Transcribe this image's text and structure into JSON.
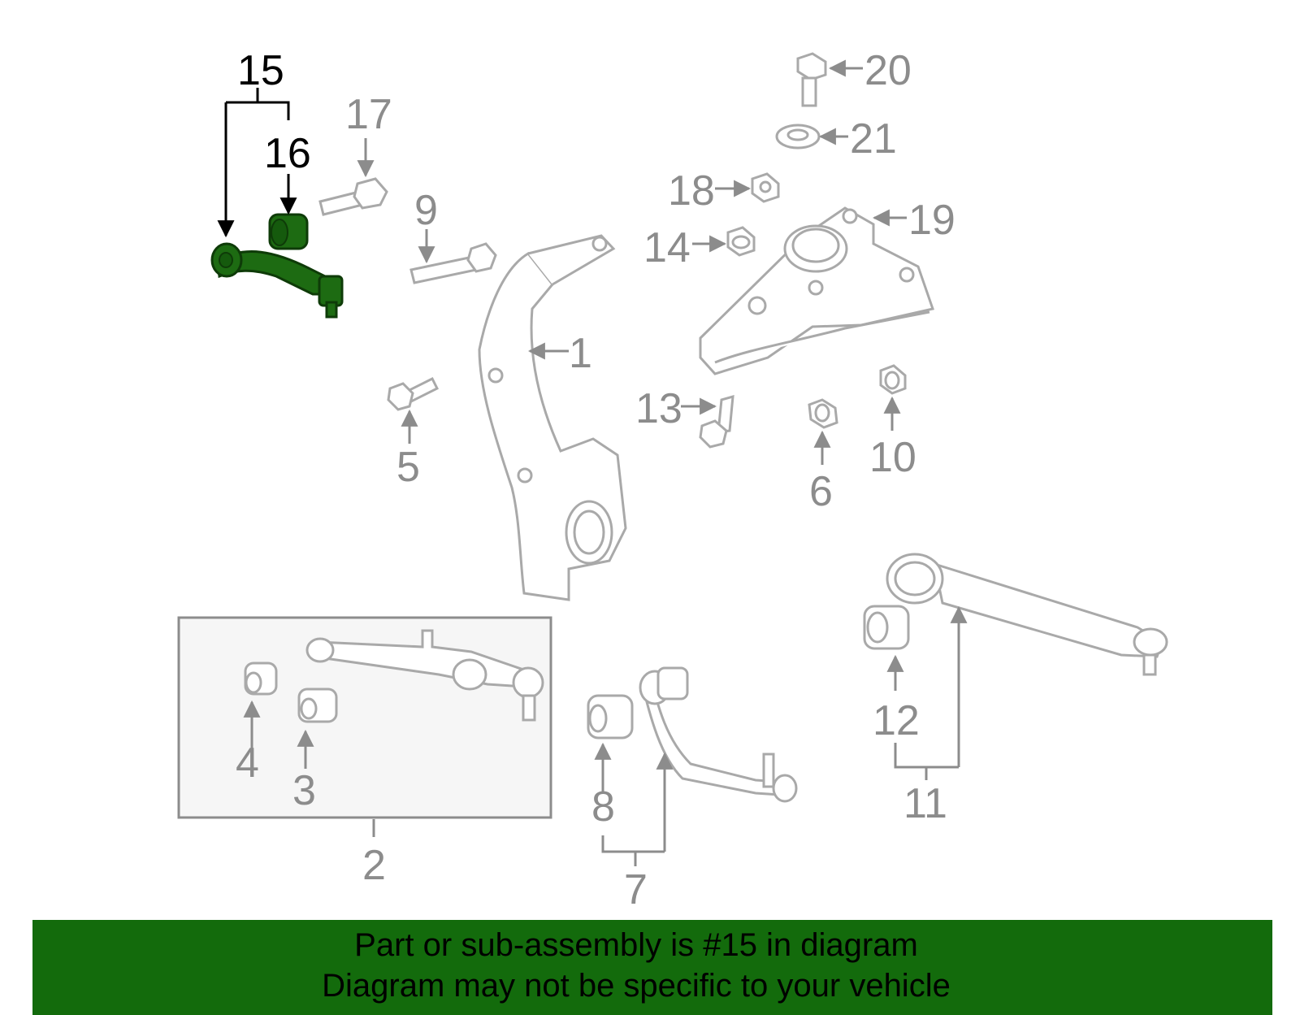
{
  "callouts": {
    "c1": "1",
    "c2": "2",
    "c3": "3",
    "c4": "4",
    "c5": "5",
    "c6": "6",
    "c7": "7",
    "c8": "8",
    "c9": "9",
    "c10": "10",
    "c11": "11",
    "c12": "12",
    "c13": "13",
    "c14": "14",
    "c15": "15",
    "c16": "16",
    "c17": "17",
    "c18": "18",
    "c19": "19",
    "c20": "20",
    "c21": "21"
  },
  "banner": {
    "line1": "Part or sub-assembly is #15 in diagram",
    "line2": "Diagram may not be specific to your vehicle"
  },
  "colors": {
    "highlight": "#1d6b12",
    "part_line": "#a9a9a9",
    "label_gray": "#8c8c8c",
    "banner": "#136b0c",
    "kit_box_fill": "#f6f6f6"
  },
  "icons": {
    "highlighted_part": "upper-control-arm-icon",
    "bushing": "bushing-icon"
  }
}
